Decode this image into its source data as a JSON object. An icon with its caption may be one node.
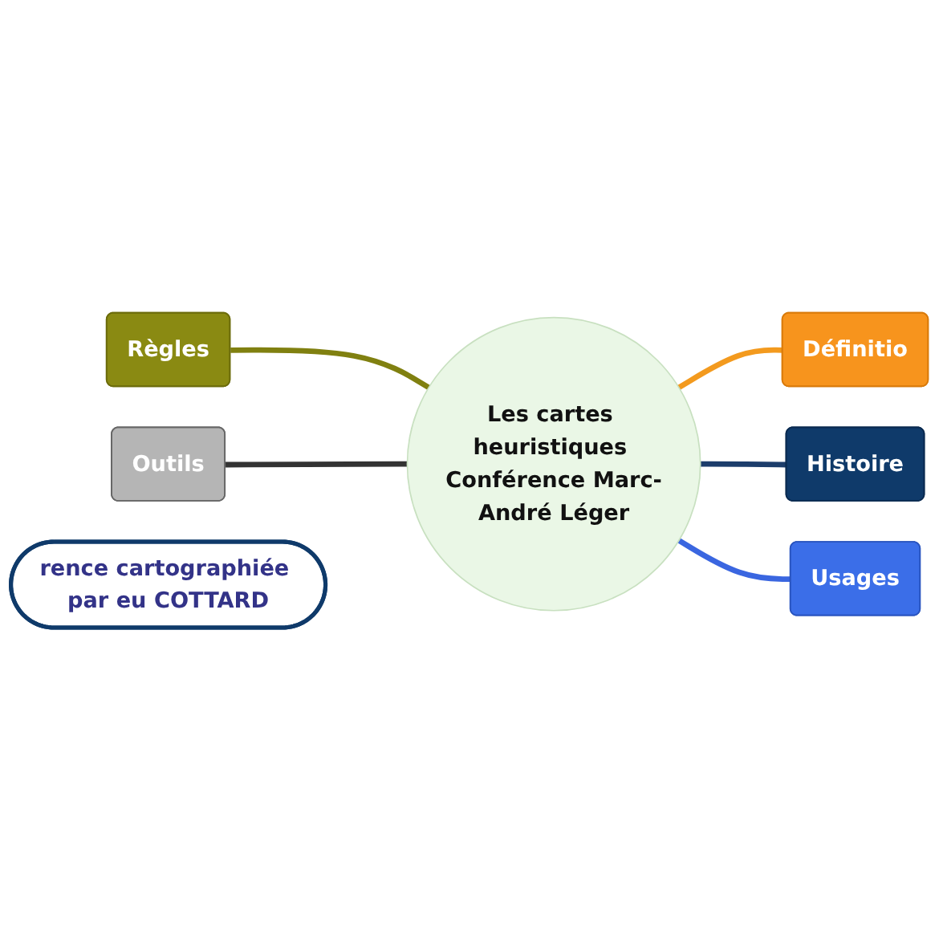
{
  "diagram": {
    "nodes": [
      {
        "text": [
          "Les cartes heuristiques Conférence Marc-André Léger"
        ]
      },
      {
        "text": [
          "Règles"
        ]
      },
      {
        "text": [
          "Définitio"
        ]
      },
      {
        "text": [
          "Histoire"
        ]
      },
      {
        "text": [
          "Outils"
        ]
      },
      {
        "text": [
          "Usages"
        ]
      },
      {
        "text": [
          "rence cartographiée par eu COTTARD"
        ]
      }
    ],
    "edges": [
      {
        "from": 0,
        "to": 1,
        "arrow": "none",
        "color": "#808010"
      },
      {
        "from": 0,
        "to": 2,
        "arrow": "none",
        "color": "#f39a1e"
      },
      {
        "from": 0,
        "to": 3,
        "arrow": "none",
        "color": "#1c3d6b"
      },
      {
        "from": 0,
        "to": 4,
        "arrow": "none",
        "color": "#333333"
      },
      {
        "from": 0,
        "to": 5,
        "arrow": "none",
        "color": "#3a66e0"
      }
    ]
  }
}
